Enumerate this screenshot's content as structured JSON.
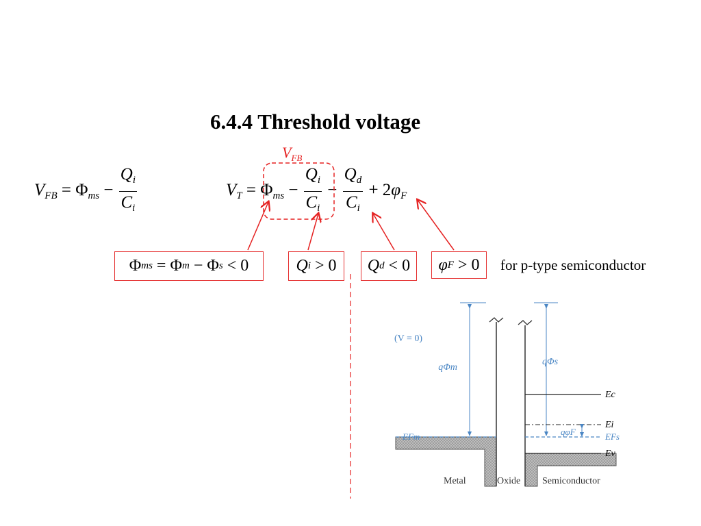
{
  "slide": {
    "title": "6.4.4 Threshold voltage"
  },
  "equations": {
    "vfb_label": "VFB",
    "vfb_def": "V_FB = Φ_ms − Q_i / C_i",
    "vt_def": "V_T = Φ_ms − Q_i / C_i − Q_d / C_i + 2φ_F"
  },
  "conditions": {
    "phi_ms": "Φ_ms = Φ_m − Φ_s < 0",
    "qi": "Q_i > 0",
    "qd": "Q_d < 0",
    "phif": "φ_F > 0",
    "note": "for p-type semiconductor"
  },
  "band_diagram": {
    "bias": "(V = 0)",
    "q_phi_m": "qΦm",
    "q_phi_s": "qΦs",
    "q_phi_f": "qφF",
    "levels": [
      "Ec",
      "Ei",
      "EFs",
      "Ev"
    ],
    "e_fm": "EFm",
    "regions": [
      "Metal",
      "Oxide",
      "Semiconductor"
    ]
  },
  "colors": {
    "accent_red": "#e52222",
    "diagram_blue": "#4a86c4"
  }
}
